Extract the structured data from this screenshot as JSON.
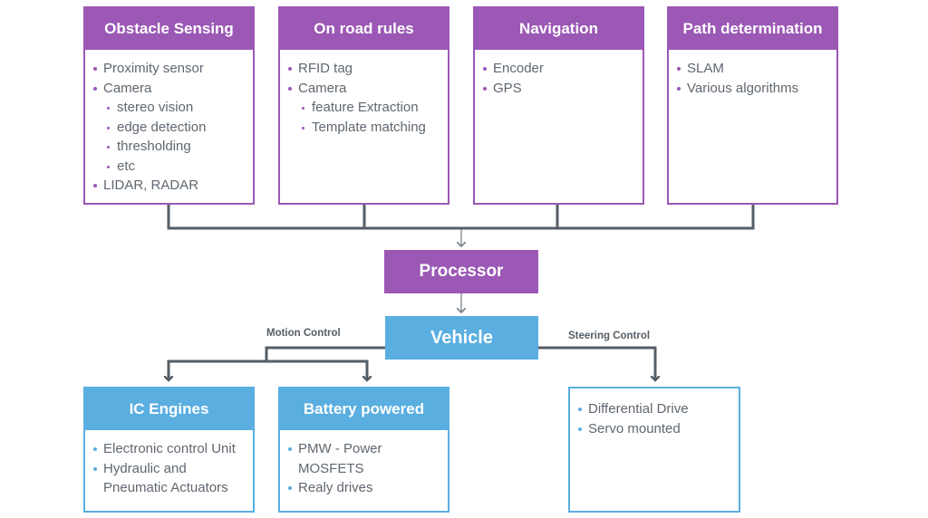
{
  "inputs": [
    {
      "title": "Obstacle Sensing",
      "items": [
        {
          "text": "Proximity sensor",
          "level": 1
        },
        {
          "text": "Camera",
          "level": 1
        },
        {
          "text": "stereo vision",
          "level": 2
        },
        {
          "text": "edge detection",
          "level": 2
        },
        {
          "text": "thresholding",
          "level": 2
        },
        {
          "text": "etc",
          "level": 2
        },
        {
          "text": "LIDAR, RADAR",
          "level": 1
        }
      ]
    },
    {
      "title": "On road rules",
      "items": [
        {
          "text": "RFID tag",
          "level": 1
        },
        {
          "text": "Camera",
          "level": 1
        },
        {
          "text": "feature Extraction",
          "level": 2
        },
        {
          "text": "Template matching",
          "level": 2
        }
      ]
    },
    {
      "title": "Navigation",
      "items": [
        {
          "text": "Encoder",
          "level": 1
        },
        {
          "text": "GPS",
          "level": 1
        }
      ]
    },
    {
      "title": "Path determination",
      "items": [
        {
          "text": "SLAM",
          "level": 1
        },
        {
          "text": "Various algorithms",
          "level": 1
        }
      ]
    }
  ],
  "processor": {
    "label": "Processor"
  },
  "vehicle": {
    "label": "Vehicle"
  },
  "edges": {
    "motion_control": "Motion Control",
    "steering_control": "Steering Control"
  },
  "outputs": [
    {
      "title": "IC Engines",
      "items": [
        {
          "text": "Electronic control Unit"
        },
        {
          "text": "Hydraulic and Pneumatic Actuators"
        }
      ]
    },
    {
      "title": "Battery powered",
      "items": [
        {
          "text": "PMW - Power MOSFETS"
        },
        {
          "text": "Realy drives"
        }
      ]
    },
    {
      "title": "",
      "items": [
        {
          "text": "Differential Drive"
        },
        {
          "text": "Servo mounted"
        }
      ]
    }
  ],
  "colors": {
    "purple": "#9b58b5",
    "blue": "#5aaee0",
    "connector": "#555e66"
  }
}
